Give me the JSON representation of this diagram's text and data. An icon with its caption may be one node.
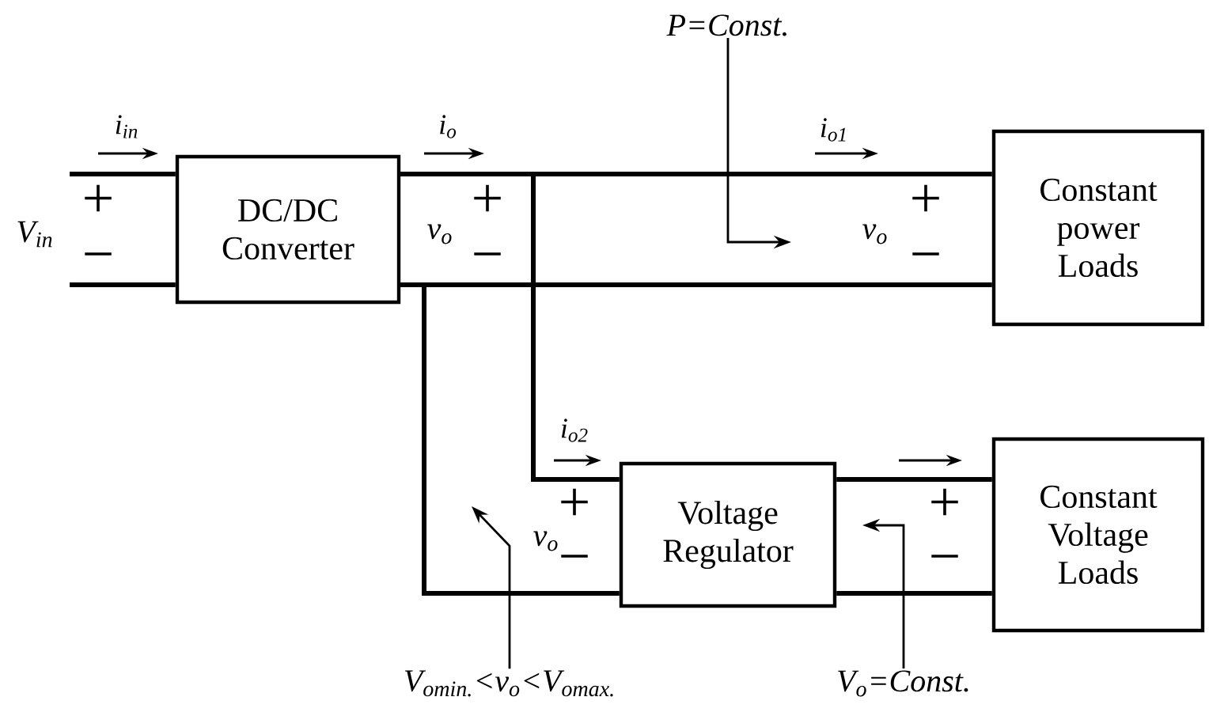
{
  "diagram": {
    "nodes": [
      {
        "text": [
          "DC/DC Converter"
        ]
      },
      {
        "text": [
          "Constant power Loads"
        ]
      },
      {
        "text": [
          "Voltage Regulator"
        ]
      },
      {
        "text": [
          "Constant Voltage Loads"
        ]
      },
      {
        "text": [
          "P=Const."
        ]
      },
      {
        "text": [
          "V$_{omin.}$<v$_{o}$<V$_{omax.}$"
        ]
      },
      {
        "text": [
          "V$_{o}$=Const."
        ]
      }
    ],
    "edges": [
      {
        "from": null,
        "to": 0,
        "arrow": "none"
      },
      {
        "from": null,
        "to": 0,
        "arrow": "none"
      },
      {
        "from": 0,
        "to": 1,
        "arrow": "none"
      },
      {
        "from": 0,
        "to": 1,
        "arrow": "none"
      },
      {
        "from": 0,
        "to": 2,
        "arrow": "none"
      },
      {
        "from": 0,
        "to": 2,
        "arrow": "none"
      },
      {
        "from": 2,
        "to": 3,
        "arrow": "none"
      },
      {
        "from": 2,
        "to": 3,
        "arrow": "none"
      },
      {
        "from": 4,
        "to": null,
        "arrow": "to"
      },
      {
        "from": 5,
        "to": null,
        "arrow": "to"
      },
      {
        "from": 6,
        "to": null,
        "arrow": "to"
      }
    ],
    "labels": [
      "i$_{in}$",
      "i$_{o}$",
      "i$_{o1}$",
      "+",
      "V$_{in}$",
      "v$_{o}$",
      "+",
      "v$_{o}$",
      "+",
      "−",
      "−",
      "−",
      "i$_{o2}$",
      "+",
      "+",
      "v$_{o}$",
      "−",
      "−"
    ]
  }
}
